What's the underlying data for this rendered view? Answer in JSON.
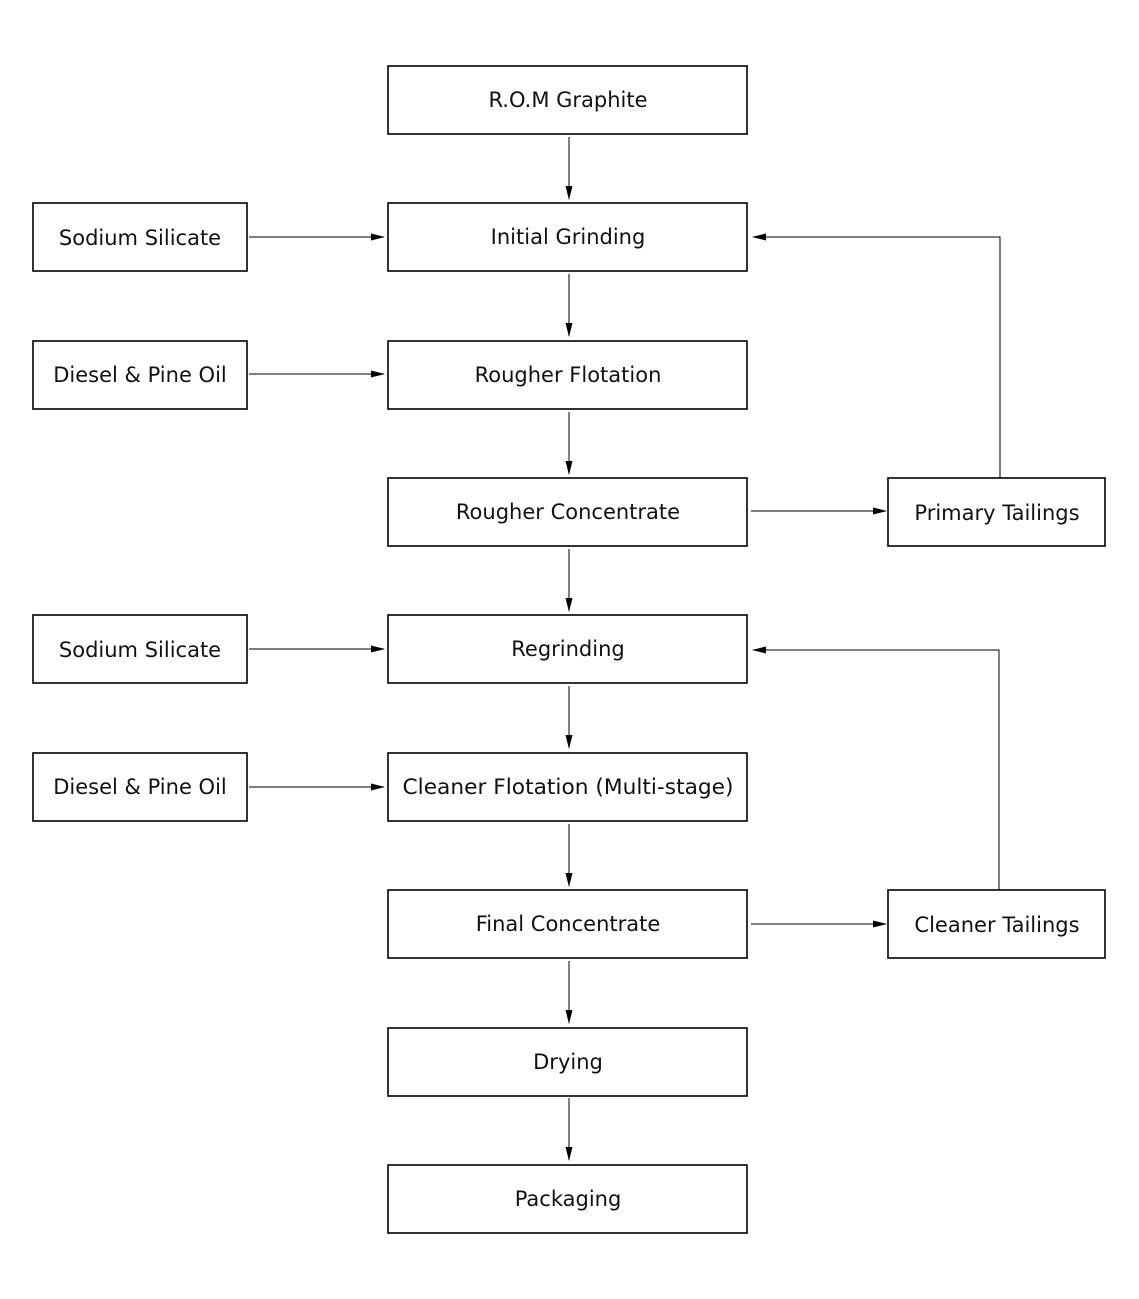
{
  "diagram": {
    "nodes": [
      {
        "id": "rom",
        "label": "R.O.M Graphite"
      },
      {
        "id": "sodium1",
        "label": "Sodium Silicate"
      },
      {
        "id": "grind",
        "label": "Initial Grinding"
      },
      {
        "id": "diesel1",
        "label": "Diesel & Pine Oil"
      },
      {
        "id": "rougher",
        "label": "Rougher Flotation"
      },
      {
        "id": "rconc",
        "label": "Rougher Concentrate"
      },
      {
        "id": "ptail",
        "label": "Primary Tailings"
      },
      {
        "id": "sodium2",
        "label": "Sodium Silicate"
      },
      {
        "id": "regrind",
        "label": "Regrinding"
      },
      {
        "id": "diesel2",
        "label": "Diesel & Pine Oil"
      },
      {
        "id": "cleaner",
        "label": "Cleaner Flotation (Multi-stage)"
      },
      {
        "id": "fconc",
        "label": "Final Concentrate"
      },
      {
        "id": "ctail",
        "label": "Cleaner Tailings"
      },
      {
        "id": "drying",
        "label": "Drying"
      },
      {
        "id": "pack",
        "label": "Packaging"
      }
    ],
    "edges": [
      {
        "from": "rom",
        "to": "grind"
      },
      {
        "from": "sodium1",
        "to": "grind"
      },
      {
        "from": "grind",
        "to": "rougher"
      },
      {
        "from": "diesel1",
        "to": "rougher"
      },
      {
        "from": "rougher",
        "to": "rconc"
      },
      {
        "from": "rconc",
        "to": "ptail"
      },
      {
        "from": "ptail",
        "to": "grind"
      },
      {
        "from": "rconc",
        "to": "regrind"
      },
      {
        "from": "sodium2",
        "to": "regrind"
      },
      {
        "from": "regrind",
        "to": "cleaner"
      },
      {
        "from": "diesel2",
        "to": "cleaner"
      },
      {
        "from": "cleaner",
        "to": "fconc"
      },
      {
        "from": "fconc",
        "to": "ctail"
      },
      {
        "from": "ctail",
        "to": "regrind"
      },
      {
        "from": "fconc",
        "to": "drying"
      },
      {
        "from": "drying",
        "to": "pack"
      }
    ]
  }
}
